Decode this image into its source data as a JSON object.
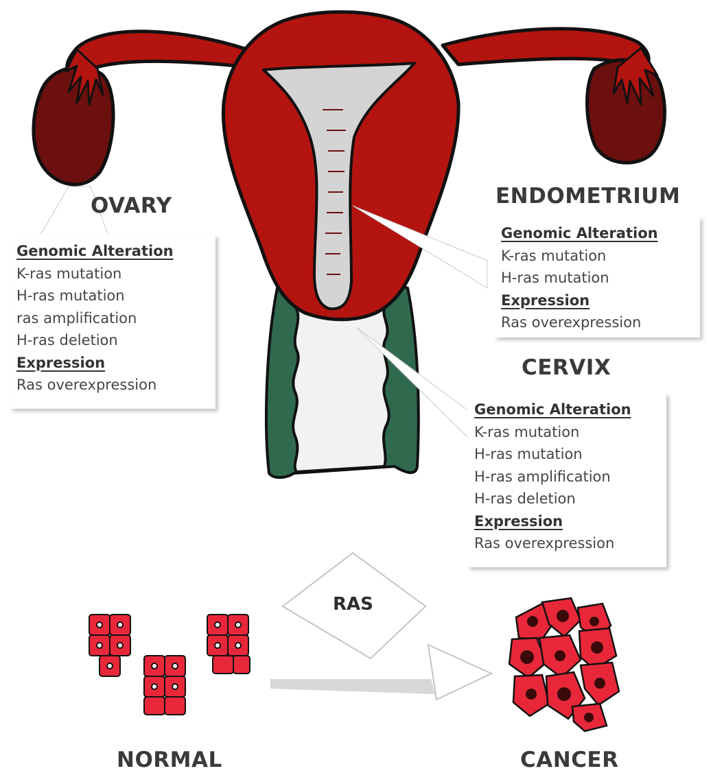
{
  "colors": {
    "uterus": "#b3140f",
    "ovary": "#6b0f0f",
    "cervix": "#2f6a4f",
    "cavity": "#d4d4d4",
    "cell_fill": "#e8283a",
    "outline": "#111111"
  },
  "ovary": {
    "title": "OVARY",
    "genomic_heading": "Genomic Alteration",
    "genomic_items": [
      "K-ras mutation",
      "H-ras mutation",
      "ras amplification",
      "H-ras deletion"
    ],
    "expression_heading": "Expression",
    "expression_items": [
      "Ras overexpression"
    ]
  },
  "endometrium": {
    "title": "ENDOMETRIUM",
    "genomic_heading": "Genomic Alteration",
    "genomic_items": [
      "K-ras mutation",
      "H-ras mutation"
    ],
    "expression_heading": "Expression",
    "expression_items": [
      "Ras overexpression"
    ]
  },
  "cervix": {
    "title": "CERVIX",
    "genomic_heading": "Genomic Alteration",
    "genomic_items": [
      "K-ras mutation",
      "H-ras mutation",
      "H-ras amplification",
      "H-ras deletion"
    ],
    "expression_heading": "Expression",
    "expression_items": [
      "Ras overexpression"
    ]
  },
  "pathway": {
    "arrow_label": "RAS",
    "start_label": "NORMAL",
    "end_label": "CANCER"
  }
}
